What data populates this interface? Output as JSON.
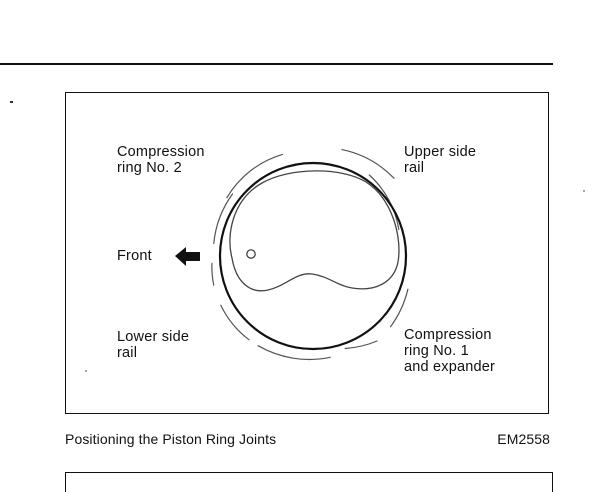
{
  "figure": {
    "labels": {
      "compression_ring_2": "Compression\nring No. 2",
      "upper_side_rail": "Upper side\nrail",
      "front": "Front",
      "lower_side_rail": "Lower side\nrail",
      "compression_ring_1": "Compression\nring No. 1\nand expander"
    },
    "caption": "Positioning the Piston Ring Joints",
    "code": "EM2558"
  }
}
